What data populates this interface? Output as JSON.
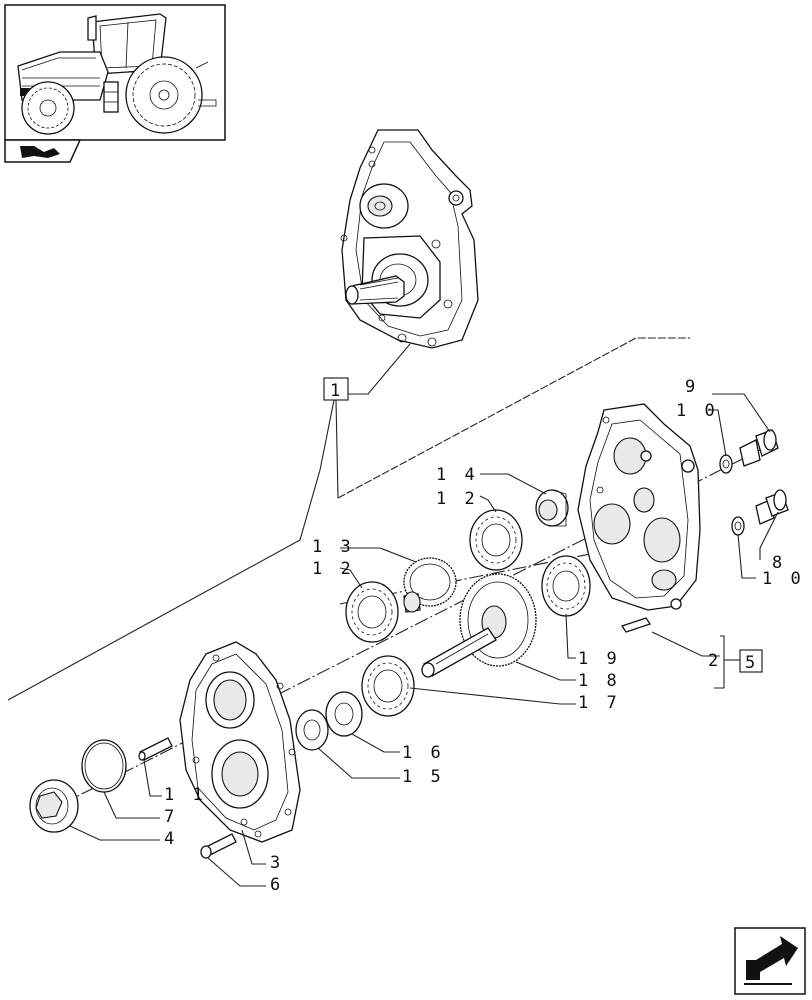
{
  "callouts": {
    "c1": "1",
    "c2": "2",
    "c3": "3",
    "c4": "4",
    "c5": "5",
    "c6": "6",
    "c7": "7",
    "c8": "8",
    "c9": "9",
    "c10a": "1 0",
    "c10b": "1 0",
    "c11": "1 1",
    "c12a": "1 2",
    "c12b": "1 2",
    "c13": "1 3",
    "c14": "1 4",
    "c15": "1 5",
    "c16": "1 6",
    "c17": "1 7",
    "c18": "1 8",
    "c19": "1 9"
  },
  "icons": {
    "thumbnail": "tractor-location-thumbnail",
    "corner_nav": "book-arrow-icon",
    "next_page": "next-page-arrow-icon"
  }
}
